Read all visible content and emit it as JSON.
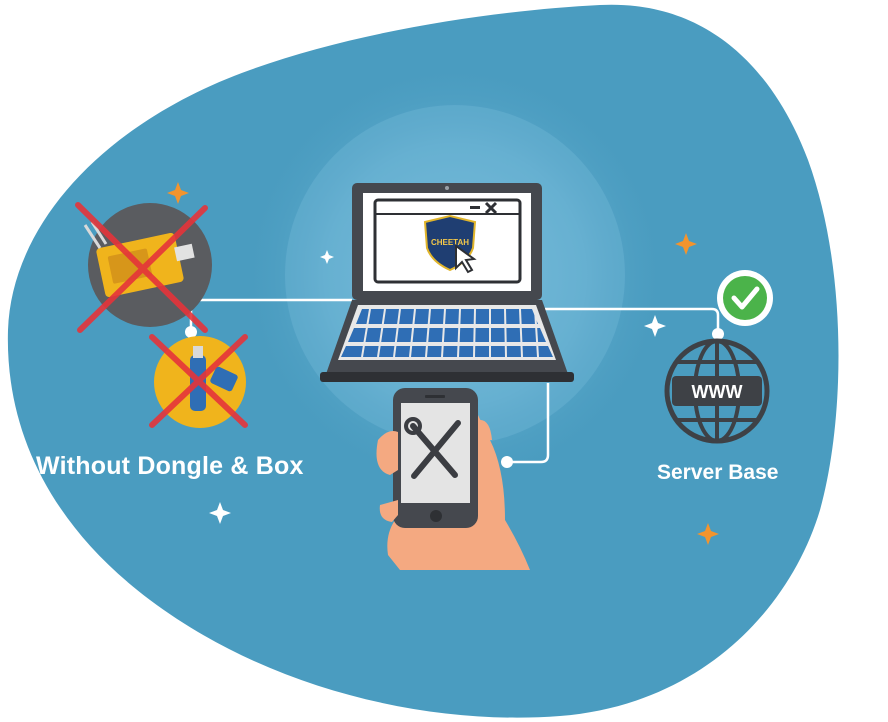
{
  "labels": {
    "without_dongle_box": "Without Dongle & Box",
    "server_base": "Server Base"
  },
  "screen": {
    "logo_text": "CHEETAH"
  },
  "server": {
    "www_text": "WWW"
  },
  "colors": {
    "blob": "#4a9cc0",
    "glow": "#6fb6d5",
    "cross": "#e5343a",
    "sparkle_orange": "#f3942d",
    "sparkle_white": "#ffffff",
    "check": "#4bb34a",
    "laptop_body": "#45484e",
    "laptop_keys": "#2f6eb5",
    "globe": "#3e4146",
    "skin": "#f4a981"
  }
}
